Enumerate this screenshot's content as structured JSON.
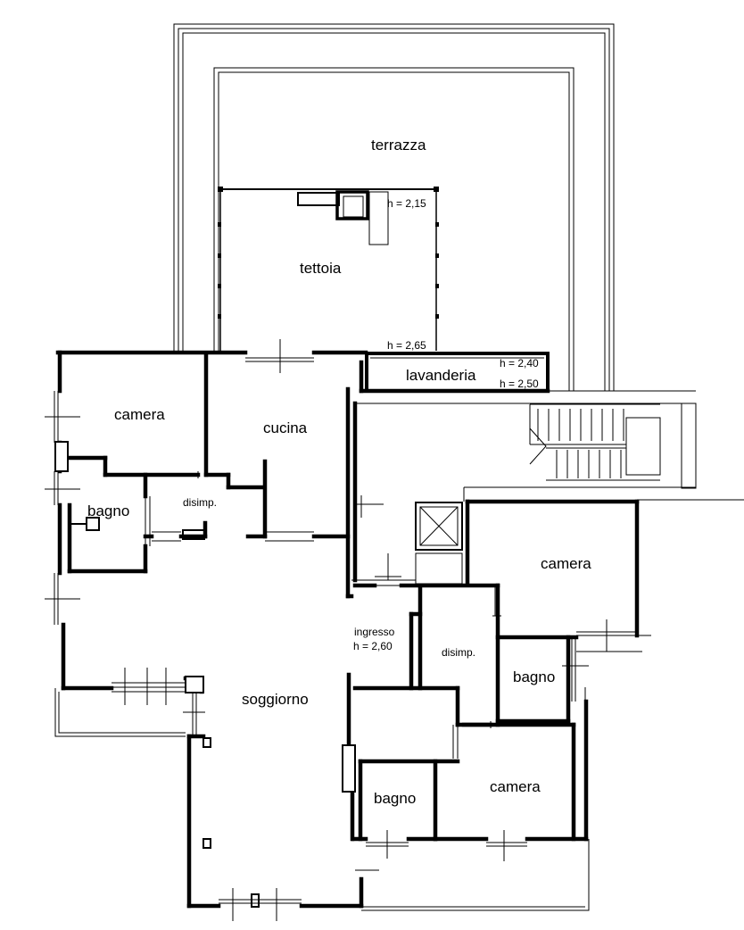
{
  "rooms": {
    "terrazza": "terrazza",
    "tettoia": "tettoia",
    "lavanderia": "lavanderia",
    "camera_nw": "camera",
    "cucina": "cucina",
    "bagno_w": "bagno",
    "disimp_w": "disimp.",
    "camera_e": "camera",
    "ingresso": "ingresso",
    "disimp_e": "disimp.",
    "bagno_e": "bagno",
    "soggiorno": "soggiorno",
    "bagno_s": "bagno",
    "camera_se": "camera"
  },
  "heights": {
    "tettoia_top": "h = 2,15",
    "tettoia_bottom": "h = 2,65",
    "lavanderia_1": "h = 2,40",
    "lavanderia_2": "h = 2,50",
    "ingresso": "h = 2,60"
  }
}
